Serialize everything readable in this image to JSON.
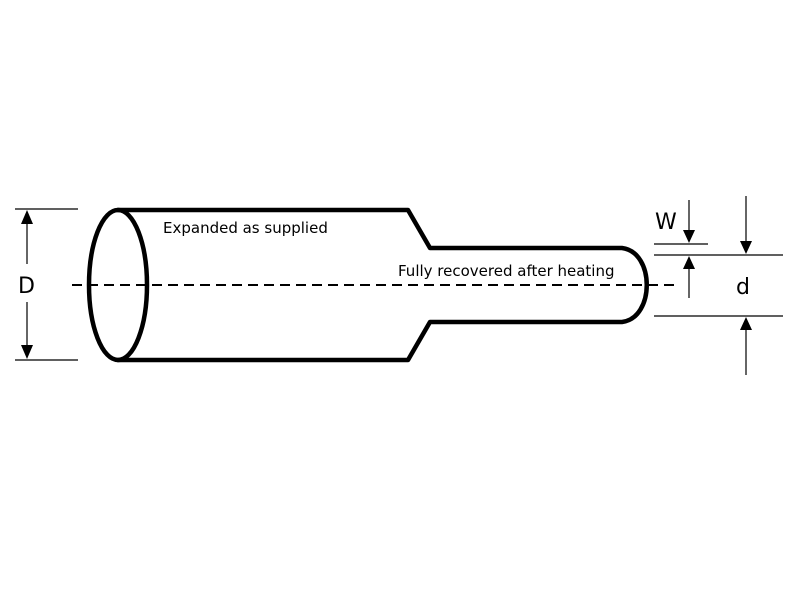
{
  "labels": {
    "expanded": "Expanded as supplied",
    "recovered": "Fully recovered after heating",
    "outer_diameter": "D",
    "wall_thickness": "W",
    "inner_diameter": "d"
  }
}
